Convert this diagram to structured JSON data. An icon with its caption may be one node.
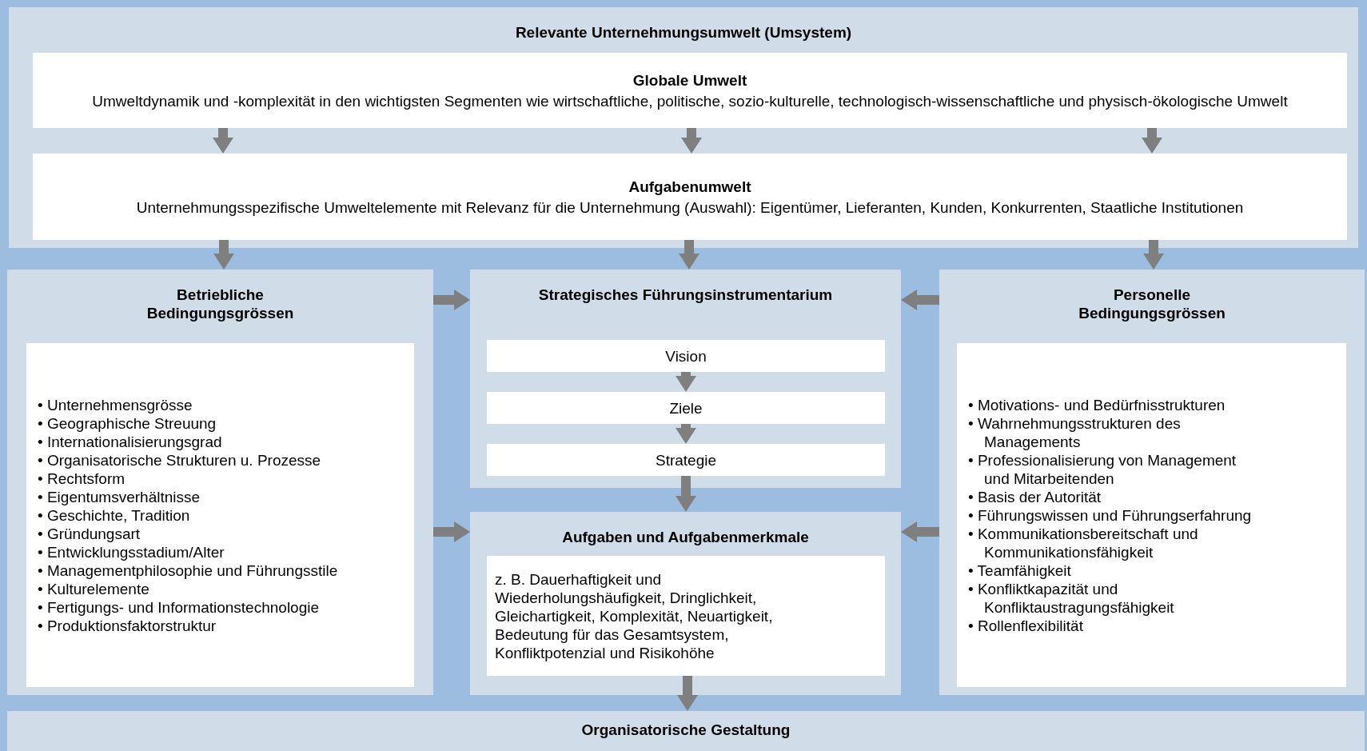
{
  "diagram": {
    "nodes": [
      {
        "text": [
          "Relevante Unternehmungsumwelt (Umsystem)"
        ]
      },
      {
        "text": [
          "Globale Umwelt",
          "Umweltdynamik und -komplexität in den wichtigsten Segmenten wie wirtschaftliche, politische, sozio-kulturelle, technologisch-wissenschaftliche und physisch-ökologische Umwelt"
        ],
        "in": 0
      },
      {
        "text": [
          "Aufgabenumwelt",
          "Unternehmungsspezifische Umweltelemente mit Relevanz für die Unternehmung (Auswahl): Eigentümer, Lieferanten, Kunden, Konkurrenten, Staatliche Institutionen"
        ],
        "in": 0
      },
      {
        "text": [
          "Betriebliche Bedingungsgrössen"
        ]
      },
      {
        "text": [
          "• Unternehmensgrösse",
          "• Geographische Streuung",
          "• Internationalisierungsgrad",
          "• Organisatorische Strukturen u. Prozesse",
          "• Rechtsform",
          "• Eigentumsverhältnisse",
          "• Geschichte, Tradition",
          "• Gründungsart",
          "• Entwicklungsstadium/Alter",
          "• Managementphilosophie und Führungsstile",
          "• Kulturelemente",
          "• Fertigungs- und Informationstechnologie",
          "• Produktionsfaktorstruktur"
        ],
        "in": 3
      },
      {
        "text": [
          "Strategisches Führungsinstrumentarium"
        ]
      },
      {
        "text": [
          "Vision"
        ],
        "in": 5
      },
      {
        "text": [
          "Ziele"
        ],
        "in": 5
      },
      {
        "text": [
          "Strategie"
        ],
        "in": 5
      },
      {
        "text": [
          "Aufgaben und Aufgabenmerkmale"
        ]
      },
      {
        "text": [
          "z. B. Dauerhaftigkeit und Wiederholungshäufigkeit, Dringlichkeit, Gleichartigkeit, Komplexität, Neuartigkeit, Bedeutung für das Gesamtsystem, Konfliktpotenzial und Risikohöhe"
        ],
        "in": 9
      },
      {
        "text": [
          "Personelle Bedingungsgrössen"
        ]
      },
      {
        "text": [
          "• Motivations- und Bedürfnisstrukturen",
          "• Wahrnehmungsstrukturen des Managements",
          "• Professionalisierung von Management und Mitarbeitenden",
          "• Basis der Autorität",
          "• Führungswissen und Führungserfahrung",
          "• Kommunikationsbereitschaft und Kommunikationsfähigkeit",
          "• Teamfähigkeit",
          "• Konfliktkapazität und Konfliktaustragungsfähigkeit",
          "• Rollenflexibilität"
        ],
        "in": 11
      },
      {
        "text": [
          "Organisatorische Gestaltung"
        ]
      }
    ],
    "edges": [
      {
        "from": 1,
        "to": 2,
        "arrow": "to"
      },
      {
        "from": 1,
        "to": 2,
        "arrow": "to"
      },
      {
        "from": 1,
        "to": 2,
        "arrow": "to"
      },
      {
        "from": 2,
        "to": 3,
        "arrow": "to"
      },
      {
        "from": 2,
        "to": 5,
        "arrow": "to"
      },
      {
        "from": 2,
        "to": 11,
        "arrow": "to"
      },
      {
        "from": 3,
        "to": 5,
        "arrow": "to"
      },
      {
        "from": 11,
        "to": 5,
        "arrow": "to"
      },
      {
        "from": 6,
        "to": 7,
        "arrow": "to"
      },
      {
        "from": 7,
        "to": 8,
        "arrow": "to"
      },
      {
        "from": 8,
        "to": 9,
        "arrow": "to"
      },
      {
        "from": 3,
        "to": 9,
        "arrow": "to"
      },
      {
        "from": 11,
        "to": 9,
        "arrow": "to"
      },
      {
        "from": 10,
        "to": 13,
        "arrow": "to"
      }
    ]
  }
}
